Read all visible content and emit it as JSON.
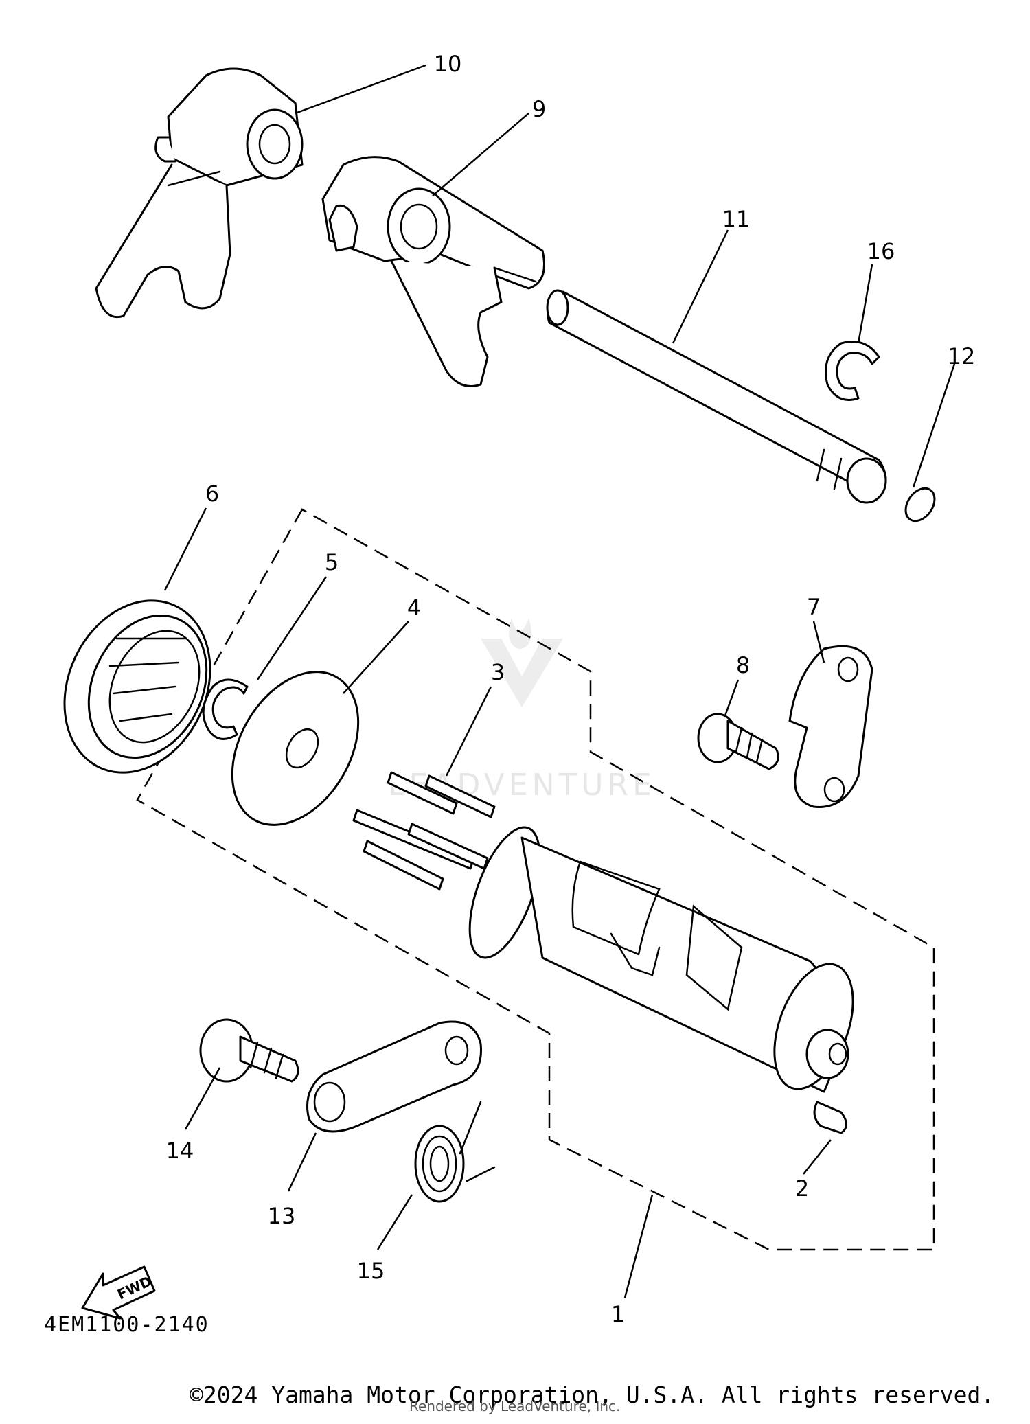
{
  "diagram": {
    "code": "4EM1100-2140",
    "fwd_label": "FWD",
    "callouts": [
      "1",
      "2",
      "3",
      "4",
      "5",
      "6",
      "7",
      "8",
      "9",
      "10",
      "11",
      "12",
      "13",
      "14",
      "15",
      "16"
    ]
  },
  "watermark": {
    "text": "LEADVENTURE"
  },
  "footer": {
    "copyright": "©2024 Yamaha Motor Corporation, U.S.A. All rights reserved.",
    "rendered_by": "Rendered by LeadVenture, Inc."
  },
  "colors": {
    "ink": "#000000",
    "background": "#ffffff",
    "watermark": "#c8c8c8"
  }
}
